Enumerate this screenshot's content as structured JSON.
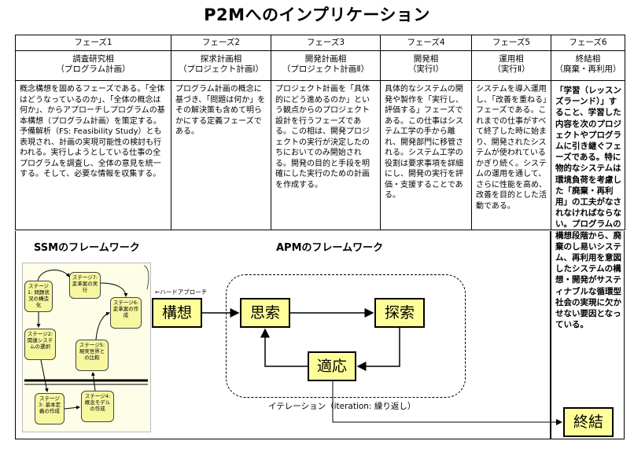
{
  "title": "P2Mへのインプリケーション",
  "phases": [
    {
      "header": "フェーズ1",
      "name1": "調査研究相",
      "name2": "（プログラム計画）",
      "desc": "概念構想を固めるフェーズである。「全体はどうなっているのか」、「全体の概念は何か」、からアプローチしプログラムの基本構想（プログラム計画）を策定する。予備解析（FS: Feasibility Study）とも表現され、計画の実現可能性の検討も行われる。実行しようとしている仕事の全プログラムを調査し、全体の意見を統一する。そして、必要な情報を収集する。"
    },
    {
      "header": "フェーズ2",
      "name1": "探求計画相",
      "name2": "（プロジェクト計画Ⅰ）",
      "desc": "プログラム計画の概念に基づき、「問題は何か」をその解決策も含めて明らかにする定義フェーズである。"
    },
    {
      "header": "フェーズ3",
      "name1": "開発計画相",
      "name2": "（プロジェクト計画Ⅱ）",
      "desc": "プロジェクト計画を「具体的にどう進めるのか」という観点からのプロジェクト設計を行うフェーズである。この相は、開発プロジェクトの実行が決定したのちにおいてのみ開始される。開発の目的と手段を明確にした実行のための計画を作成する。"
    },
    {
      "header": "フェーズ4",
      "name1": "開発相",
      "name2": "（実行Ⅰ）",
      "desc": "具体的なシステムの開発や製作を「実行し、評価する」フェーズである。この仕事はシステム工学の手から離れ、開発部門に移管される。システム工学の役割は要求事項を詳細にし、開発の実行を評価・支援することである。"
    },
    {
      "header": "フェーズ5",
      "name1": "運用相",
      "name2": "（実行Ⅱ）",
      "desc": "システムを導入運用し、「改善を重ねる」フェーズである。これまでの仕事がすべて終了した時に始まり、開発されたシステムが使われているかぎり続く。システムの運用を通して、さらに性能を高め、改善を目的とした活動である。"
    },
    {
      "header": "フェーズ6",
      "name1": "終結相",
      "name2": "（廃棄・再利用）",
      "desc": "「学習（レッスンズラーンド）」すること、学習した内容を次のプロジェクトやプログラムに引き継ぐフェーズである。特に物的なシステムは環境負荷を考慮した「廃棄・再利用」の工夫がなされなければならない。プログラムの構想段階から、廃棄のし易いシステム、再利用を意図したシステムの構想・開発がサスティナブルな循環型社会の実現に欠かせない要因となっている。"
    }
  ],
  "ssm": {
    "title": "SSMのフレームワーク",
    "stages": [
      {
        "label": "ステージ1: 問題状況の構造化"
      },
      {
        "label": "ステージ2: 関連システムの選択"
      },
      {
        "label": "ステージ3: 基本定義の作成"
      },
      {
        "label": "ステージ4: 概念モデルの作成"
      },
      {
        "label": "ステージ5: 現実世界との比較"
      },
      {
        "label": "ステージ6: 変革案の作成"
      },
      {
        "label": "ステージ7: 変革案の実行"
      }
    ]
  },
  "apm": {
    "title": "APMのフレームワーク",
    "hard_approach": "←ハードアプローチ",
    "kouso": "構想",
    "shiko": "思索",
    "tansaku": "探索",
    "tekiou": "適応",
    "iteration": "イテレーション（iteration: 繰り返し）",
    "shuketsu": "終結"
  },
  "colors": {
    "box_fill": "#ffff99",
    "stage_fill": "#f7f7a0"
  }
}
